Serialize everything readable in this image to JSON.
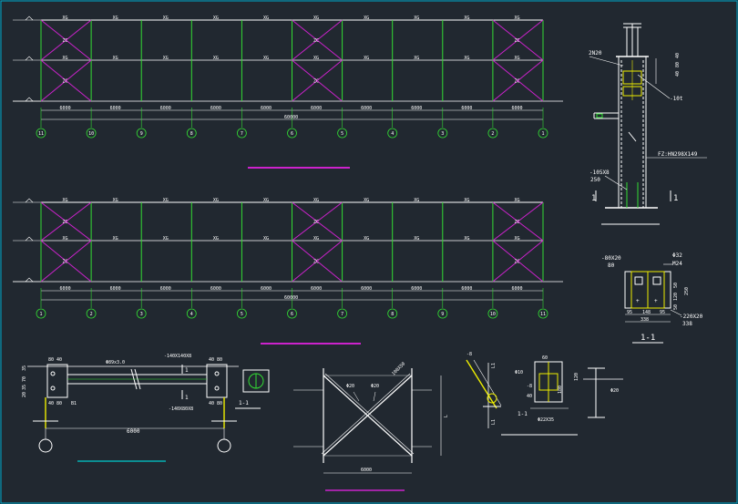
{
  "colors": {
    "background": "#212830",
    "column_lines": "#33dd33",
    "bracing": "#cc22cc",
    "text": "#ffffff",
    "title_underline_1": "#cc22cc",
    "title_underline_2": "#00cccc",
    "yellow": "#eeee00"
  },
  "elevation_top": {
    "tie_label": "XG",
    "brace_label": "ZC",
    "bay_dims": [
      "6000",
      "6000",
      "6000",
      "6000",
      "6000",
      "6000",
      "6000",
      "6000",
      "6000",
      "6000"
    ],
    "total_dim": "60000",
    "axes": [
      "11",
      "10",
      "9",
      "8",
      "7",
      "6",
      "5",
      "4",
      "3",
      "2",
      "1"
    ]
  },
  "elevation_bottom": {
    "tie_label": "XG",
    "brace_label": "ZC",
    "bay_dims": [
      "6000",
      "6000",
      "6000",
      "6000",
      "6000",
      "6000",
      "6000",
      "6000",
      "6000",
      "6000"
    ],
    "total_dim": "60000",
    "axes": [
      "1",
      "2",
      "3",
      "4",
      "5",
      "6",
      "7",
      "8",
      "9",
      "10",
      "11"
    ]
  },
  "column_detail": {
    "label_2n20": "2N20",
    "dim_40": "40",
    "dim_80": "80",
    "dim_40b": "40",
    "plate_10t": "-10t",
    "column_label": "FZ:HN298X149",
    "plate_105": "-105X8",
    "dim_250": "250",
    "section_left": "1",
    "section_right": "1"
  },
  "base_plate": {
    "plate_top": "-80X20",
    "plate_top_w": "80",
    "hole": "Φ32",
    "bolt": "M24",
    "dims_side": [
      "50",
      "120",
      "50"
    ],
    "dim_250": "250",
    "dims_bottom": [
      "95",
      "148",
      "95"
    ],
    "dim_338a": "338",
    "plate_bottom": "-220X20",
    "dim_338b": "338",
    "title": "1-1"
  },
  "tie_rod_detail": {
    "dims_left": [
      "80",
      "40"
    ],
    "dims_left_b": [
      "40",
      "80"
    ],
    "plate_b1": "B1",
    "tube": "Φ89x3.0",
    "plate_right_top": "-140X140X8",
    "plate_right_bottom": "-140X80X8",
    "mark_1a": "1",
    "mark_1b": "1",
    "dims_right": [
      "40",
      "80"
    ],
    "dims_right_b": [
      "40",
      "80"
    ],
    "side_dims": [
      "35",
      "70",
      "35",
      "20"
    ],
    "span": "6000",
    "section_title": "1-1"
  },
  "cross_brace_detail": {
    "rod_a": "Φ20",
    "rod_b": "Φ20",
    "dim_top": "100X50",
    "span": "6000",
    "height": "L"
  },
  "node_detail": {
    "labels": [
      "-8",
      "L1",
      "L1"
    ]
  },
  "clip_detail": {
    "dim_60": "60",
    "dim_r": "Φ10",
    "dims": [
      "-8",
      "40",
      "180"
    ],
    "bolt": "Φ22X35",
    "title": "1-1",
    "dim_120": "120",
    "dim_20": "Φ20"
  }
}
